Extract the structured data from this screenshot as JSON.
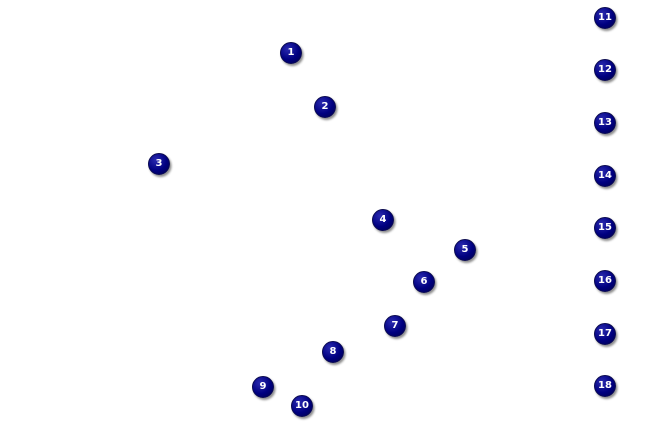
{
  "marker_color": "#000080",
  "markers": [
    {
      "label": "1"
    },
    {
      "label": "2"
    },
    {
      "label": "3"
    },
    {
      "label": "4"
    },
    {
      "label": "5"
    },
    {
      "label": "6"
    },
    {
      "label": "7"
    },
    {
      "label": "8"
    },
    {
      "label": "9"
    },
    {
      "label": "10"
    },
    {
      "label": "11"
    },
    {
      "label": "12"
    },
    {
      "label": "13"
    },
    {
      "label": "14"
    },
    {
      "label": "15"
    },
    {
      "label": "16"
    },
    {
      "label": "17"
    },
    {
      "label": "18"
    }
  ]
}
